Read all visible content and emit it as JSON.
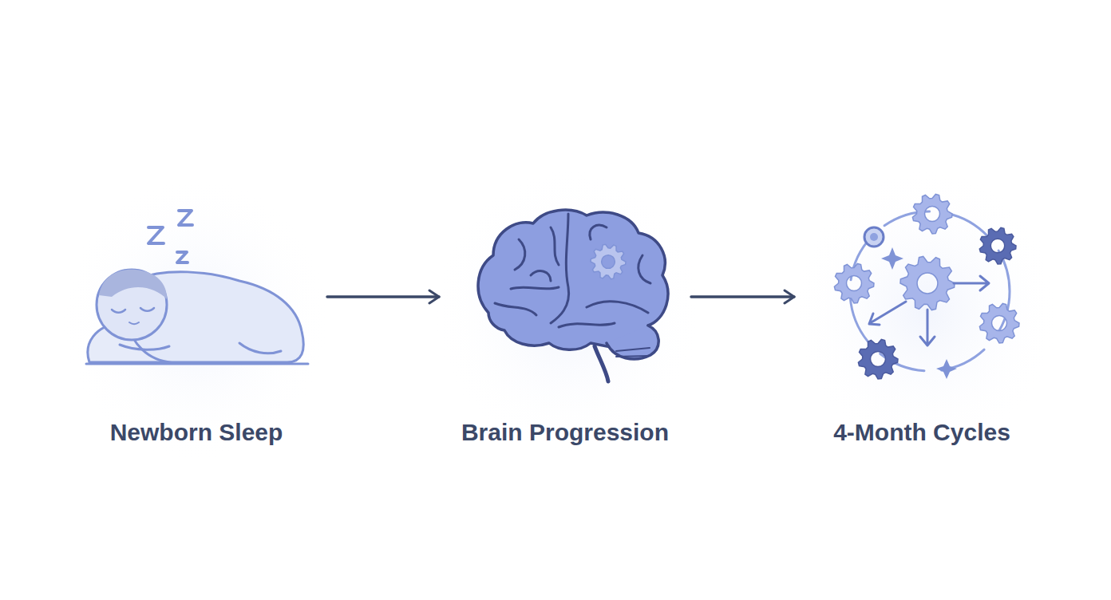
{
  "diagram": {
    "nodes": [
      {
        "text": [
          "Newborn Sleep"
        ]
      },
      {
        "text": [
          "Brain Progression"
        ]
      },
      {
        "text": [
          "4-Month Cycles"
        ]
      }
    ],
    "edges": [
      {
        "from": 0,
        "to": 1,
        "arrow": "to"
      },
      {
        "from": 1,
        "to": 2,
        "arrow": "to"
      }
    ]
  }
}
